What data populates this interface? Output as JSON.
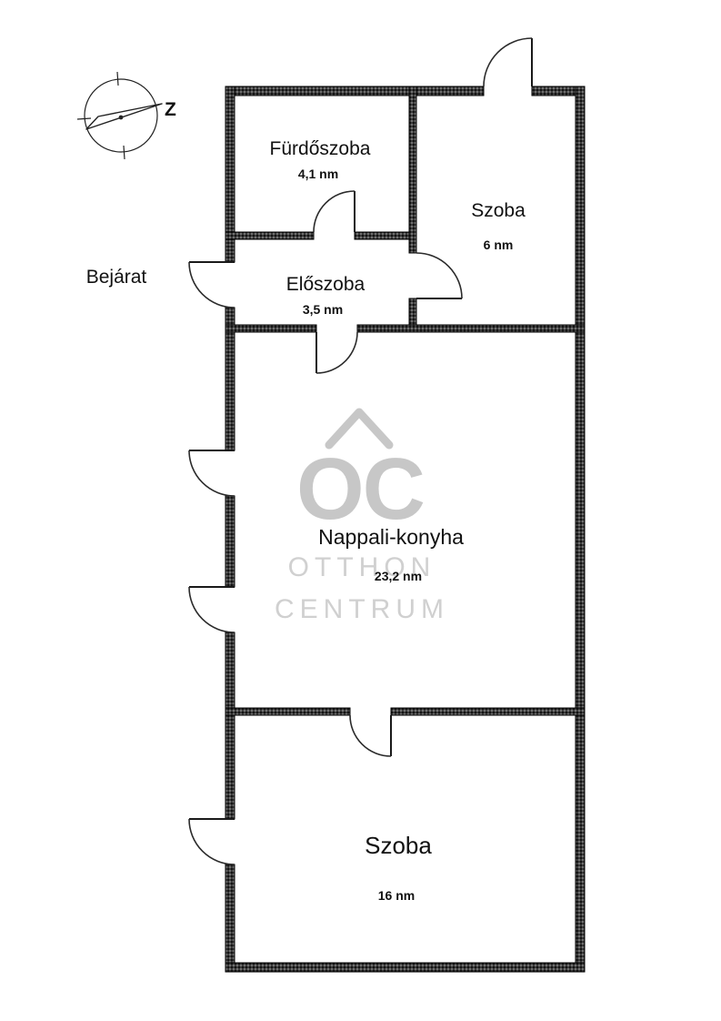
{
  "compass": {
    "direction_label": "Z"
  },
  "entrance": {
    "label": "Bejárat"
  },
  "watermark": {
    "logo": "OC",
    "line1": "OTTHON",
    "line2": "CENTRUM"
  },
  "rooms": [
    {
      "id": "furdoszoba",
      "name": "Fürdőszoba",
      "area": "4,1 nm"
    },
    {
      "id": "szoba-felso",
      "name": "Szoba",
      "area": "6 nm"
    },
    {
      "id": "eloszoba",
      "name": "Előszoba",
      "area": "3,5 nm"
    },
    {
      "id": "nappali-konyha",
      "name": "Nappali-konyha",
      "area": "23,2 nm"
    },
    {
      "id": "szoba-also",
      "name": "Szoba",
      "area": "16 nm"
    }
  ]
}
